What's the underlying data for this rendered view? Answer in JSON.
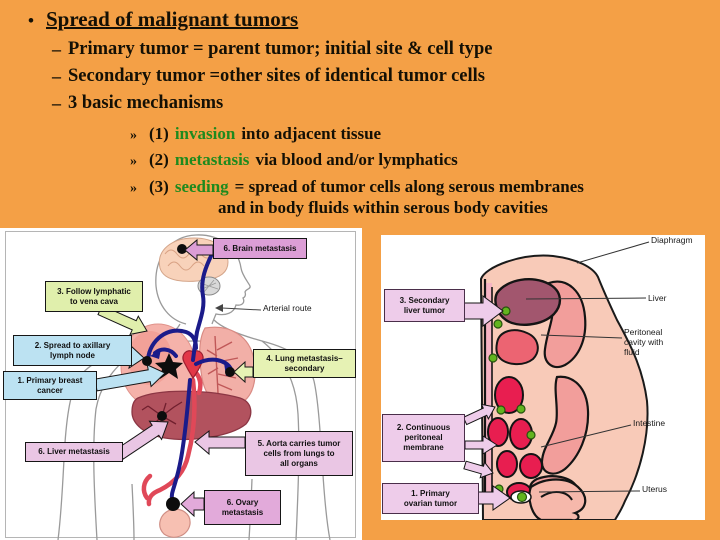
{
  "colors": {
    "background": "#F4A046",
    "text": "#141005",
    "keyword_green": "#1e8a1e",
    "label_plum": "#dc9ed6",
    "label_green": "#e0efac",
    "label_blue": "#bce2f2",
    "label_pink": "#eac6e4",
    "label_pink_deep": "#e2aada",
    "label_lavender": "#eeccea",
    "vessel_navy": "#1b1b8a",
    "artery_red": "#e04858",
    "seed_dot_green": "#62b41e"
  },
  "header": {
    "bullet": "•",
    "title": "Spread of malignant tumors",
    "items": [
      {
        "marker": "–",
        "text": "Primary tumor = parent tumor; initial site & cell type"
      },
      {
        "marker": "–",
        "text": "Secondary tumor =other sites of identical tumor cells"
      },
      {
        "marker": "–",
        "text": "3 basic mechanisms"
      }
    ],
    "mechanisms": [
      {
        "marker": "»",
        "prefix": "(1)",
        "keyword": "invasion",
        "rest": "into adjacent tissue"
      },
      {
        "marker": "»",
        "prefix": "(2)",
        "keyword": "metastasis",
        "rest": "via blood and/or lymphatics"
      },
      {
        "marker": "»",
        "prefix": "(3)",
        "keyword": "seeding",
        "rest": "= spread of tumor cells along serous membranes",
        "rest_line2": "and in body fluids within serous body cavities"
      }
    ]
  },
  "left_figure": {
    "labels": {
      "brain": "6. Brain metastasis",
      "lymphatic": "3. Follow lymphatic\nto vena cava",
      "arterial": "Arterial route",
      "axillary": "2. Spread to axillary\nlymph node",
      "lung": "4. Lung metastasis–\nsecondary",
      "breast": "1. Primary breast\ncancer",
      "liver": "6. Liver metastasis",
      "aorta": "5. Aorta carries tumor\ncells from lungs to\nall organs",
      "ovary": "6. Ovary\nmetastasis"
    }
  },
  "right_figure": {
    "labels": {
      "diaphragm": "Diaphragm",
      "liver": "Liver",
      "peritoneal_cavity": "Peritoneal\ncavity with\nfluid",
      "intestine": "Intestine",
      "uterus": "Uterus",
      "secondary_liver": "3. Secondary\nliver tumor",
      "membrane": "2. Continuous\nperitoneal\nmembrane",
      "ovarian": "1. Primary\novarian tumor"
    }
  }
}
